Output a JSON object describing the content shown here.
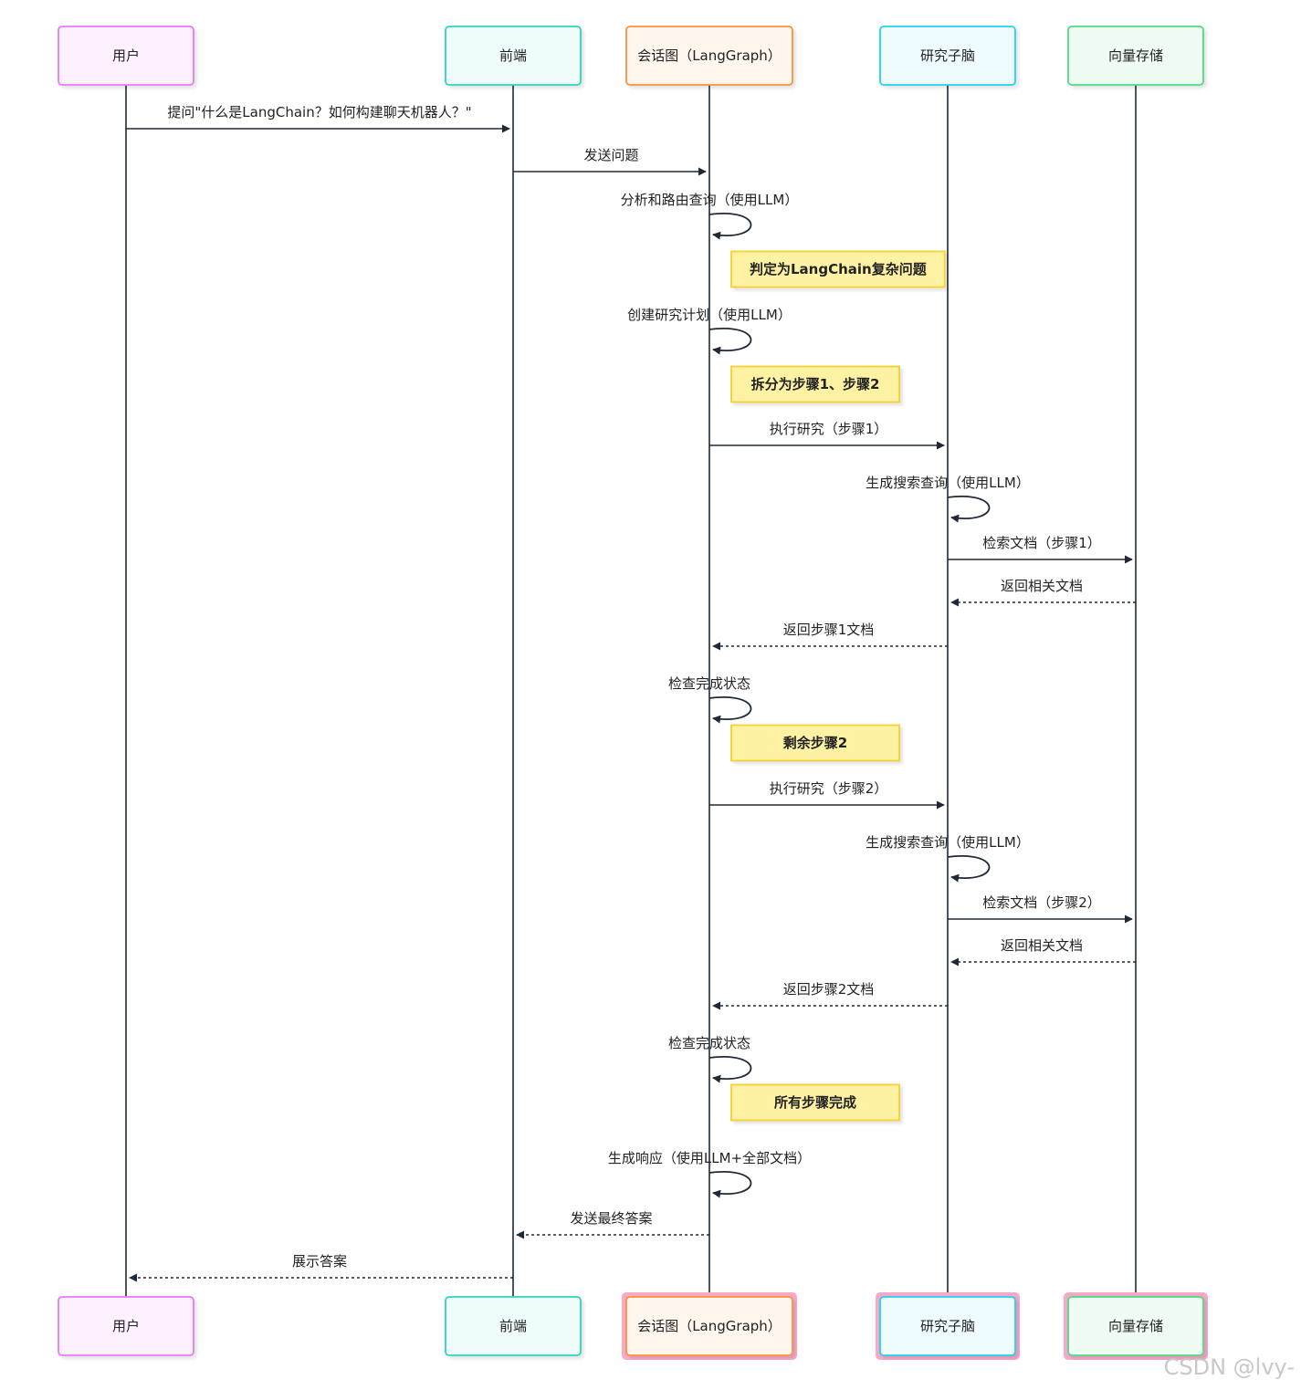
{
  "participants": [
    {
      "id": "user",
      "label": "用户",
      "fill": "#fdf0ff",
      "stroke": "#e879f9",
      "bottom_highlight": false
    },
    {
      "id": "frontend",
      "label": "前端",
      "fill": "#effdfa",
      "stroke": "#2dd4bf",
      "bottom_highlight": false
    },
    {
      "id": "graph",
      "label": "会话图（LangGraph）",
      "fill": "#fff6ee",
      "stroke": "#fb923c",
      "bottom_highlight": true
    },
    {
      "id": "research",
      "label": "研究子脑",
      "fill": "#eefcff",
      "stroke": "#22d3ee",
      "bottom_highlight": true
    },
    {
      "id": "vector",
      "label": "向量存储",
      "fill": "#effcf3",
      "stroke": "#4ade80",
      "bottom_highlight": true
    }
  ],
  "steps": [
    {
      "type": "msg",
      "from": "user",
      "to": "frontend",
      "label": "提问\"什么是LangChain？如何构建聊天机器人？\"",
      "dashed": false
    },
    {
      "type": "msg",
      "from": "frontend",
      "to": "graph",
      "label": "发送问题",
      "dashed": false
    },
    {
      "type": "self",
      "at": "graph",
      "label": "分析和路由查询（使用LLM）"
    },
    {
      "type": "note",
      "over": "graph",
      "label": "判定为LangChain复杂问题"
    },
    {
      "type": "self",
      "at": "graph",
      "label": "创建研究计划（使用LLM）"
    },
    {
      "type": "note",
      "over": "graph",
      "label": "拆分为步骤1、步骤2"
    },
    {
      "type": "msg",
      "from": "graph",
      "to": "research",
      "label": "执行研究（步骤1）",
      "dashed": false
    },
    {
      "type": "self",
      "at": "research",
      "label": "生成搜索查询（使用LLM）"
    },
    {
      "type": "msg",
      "from": "research",
      "to": "vector",
      "label": "检索文档（步骤1）",
      "dashed": false
    },
    {
      "type": "msg",
      "from": "vector",
      "to": "research",
      "label": "返回相关文档",
      "dashed": true
    },
    {
      "type": "msg",
      "from": "research",
      "to": "graph",
      "label": "返回步骤1文档",
      "dashed": true
    },
    {
      "type": "self",
      "at": "graph",
      "label": "检查完成状态"
    },
    {
      "type": "note",
      "over": "graph",
      "label": "剩余步骤2"
    },
    {
      "type": "msg",
      "from": "graph",
      "to": "research",
      "label": "执行研究（步骤2）",
      "dashed": false
    },
    {
      "type": "self",
      "at": "research",
      "label": "生成搜索查询（使用LLM）"
    },
    {
      "type": "msg",
      "from": "research",
      "to": "vector",
      "label": "检索文档（步骤2）",
      "dashed": false
    },
    {
      "type": "msg",
      "from": "vector",
      "to": "research",
      "label": "返回相关文档",
      "dashed": true
    },
    {
      "type": "msg",
      "from": "research",
      "to": "graph",
      "label": "返回步骤2文档",
      "dashed": true
    },
    {
      "type": "self",
      "at": "graph",
      "label": "检查完成状态"
    },
    {
      "type": "note",
      "over": "graph",
      "label": "所有步骤完成"
    },
    {
      "type": "self",
      "at": "graph",
      "label": "生成响应（使用LLM+全部文档）"
    },
    {
      "type": "msg",
      "from": "graph",
      "to": "frontend",
      "label": "发送最终答案",
      "dashed": true
    },
    {
      "type": "msg",
      "from": "frontend",
      "to": "user",
      "label": "展示答案",
      "dashed": true
    }
  ],
  "colors": {
    "line": "#1f2937",
    "note_fill": "#fff3a3",
    "note_stroke": "#f5d033",
    "bottom_highlight": "#f9a8c9",
    "watermark": "#c8c8c8"
  },
  "watermark": "CSDN @lvy-"
}
